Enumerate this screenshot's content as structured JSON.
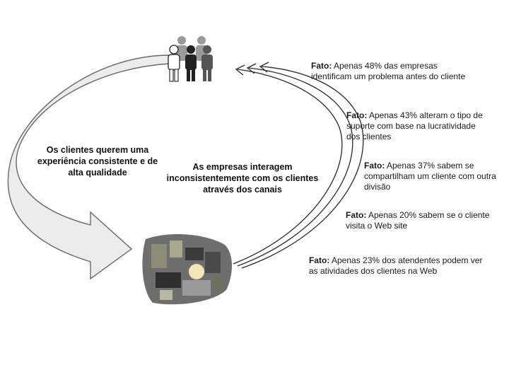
{
  "labels": {
    "customers_want": "Os clientes querem uma experiência consistente e de alta qualidade",
    "companies_interact": "As empresas interagem inconsistentemente com os clientes através dos canais"
  },
  "facts": [
    {
      "prefix": "Fato:",
      "text": "Apenas 48% das empresas identificam um problema antes do cliente"
    },
    {
      "prefix": "Fato:",
      "text": "Apenas 43% alteram o tipo de suporte com base na lucratividade dos clientes"
    },
    {
      "prefix": "Fato:",
      "text": "Apenas 37% sabem se compartilham um cliente com outra divisão"
    },
    {
      "prefix": "Fato:",
      "text": "Apenas 20% sabem se o cliente visita o Web site"
    },
    {
      "prefix": "Fato:",
      "text": "Apenas 23% dos atendentes podem ver as atividades dos clientes na Web"
    }
  ],
  "icons": {
    "people": "people-group-icon",
    "company": "company-collage-icon"
  },
  "colors": {
    "arrow_fill": "#ececec",
    "arrow_stroke": "#6a6a6a",
    "line": "#2a2a2a"
  }
}
